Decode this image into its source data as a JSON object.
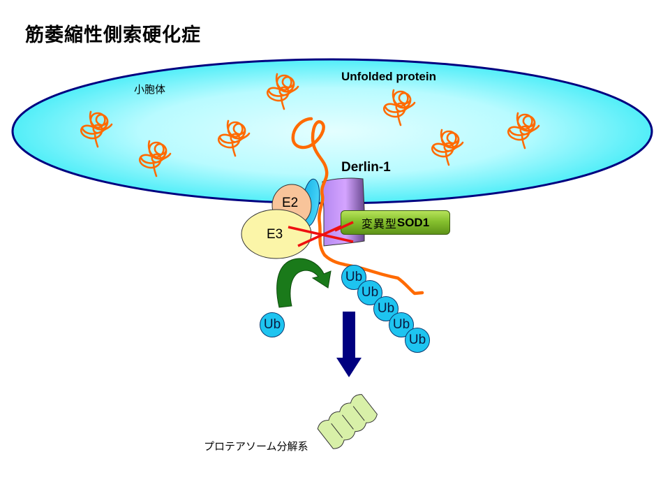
{
  "title": "筋萎縮性側索硬化症",
  "labels": {
    "organelle": "小胞体",
    "unfolded_protein": "Unfolded protein",
    "derlin": "Derlin-1",
    "e2": "E2",
    "e3": "E3",
    "mutant_sod1_jp": "変異型",
    "mutant_sod1_en": "SOD1",
    "proteasome": "プロテアソーム分解系"
  },
  "ubiquitin": {
    "free_label": "Ub",
    "chain": [
      "Ub",
      "Ub",
      "Ub",
      "Ub",
      "Ub"
    ]
  },
  "colors": {
    "er_fill_edge": "#5ef0f8",
    "er_fill_center": "#d8fdff",
    "er_outline": "#000080",
    "protein": "#ff6a00",
    "e2": "#f8c49a",
    "e3": "#fbf5a8",
    "cofactor": "#1ec4f0",
    "derlin": "#c090f0",
    "sod1_box": "#86c02e",
    "inhibit_cross": "#ee1010",
    "transfer_arrow": "#1a7a1a",
    "degrade_arrow": "#000080",
    "proteasome": "#d8f0a8",
    "ubiquitin": "#1ec4f0"
  }
}
